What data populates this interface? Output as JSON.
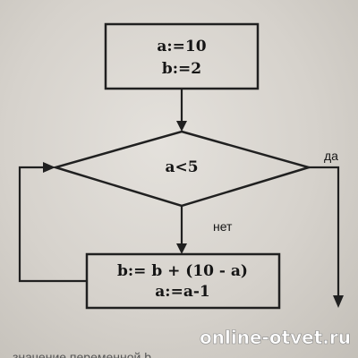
{
  "init_block": {
    "line1": "a:=10",
    "line2": "b:=2"
  },
  "condition": "a<5",
  "branch_yes": "да",
  "branch_no": "нет",
  "loop_block": {
    "line1": "b:= b + (10 - a)",
    "line2": "a:=a-1"
  },
  "bottom_caption": "значение переменной b",
  "watermark": "online-otvet.ru"
}
